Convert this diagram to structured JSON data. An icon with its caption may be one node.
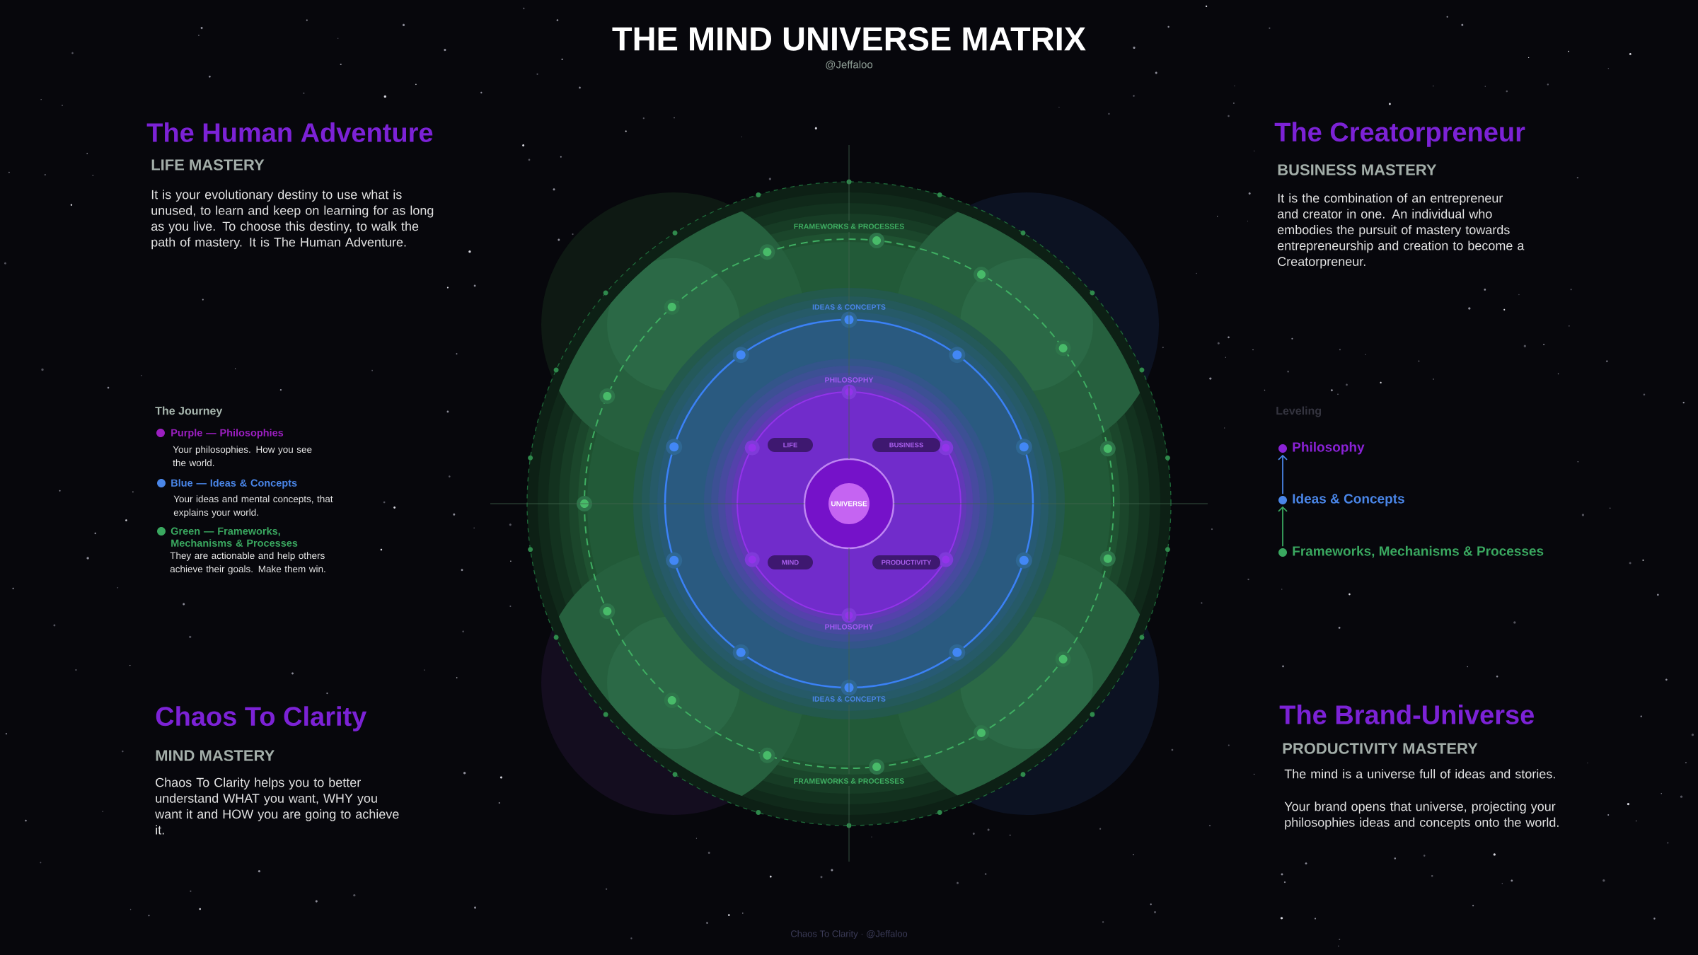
{
  "diagram": {
    "title": "THE MIND UNIVERSE MATRIX",
    "nodes": [
      {
        "text": [
          "FRAMEWORKS & PROCESSES",
          "FRAMEWORKS & PROCESSES"
        ]
      },
      {
        "text": [
          "IDEAS & CONCEPTS",
          "IDEAS & CONCEPTS"
        ],
        "in": 0
      },
      {
        "text": [
          "PHILOSOPHY",
          "PHILOSOPHY"
        ],
        "in": 1
      },
      {
        "text": [
          "LIFE"
        ],
        "in": 2
      },
      {
        "text": [
          "BUSINESS"
        ],
        "in": 2
      },
      {
        "text": [
          "UNIVERSE"
        ],
        "in": 2
      },
      {
        "text": [
          "MIND"
        ],
        "in": 2
      },
      {
        "text": [
          "PRODUCTIVITY"
        ],
        "in": 2
      },
      {
        "text": [
          "Philosophy"
        ]
      },
      {
        "text": [
          "Ideas & Concepts"
        ]
      },
      {
        "text": [
          "Frameworks, Mechanisms & Processes"
        ]
      }
    ],
    "edges": [
      {
        "from": 10,
        "to": 9,
        "arrow": "to",
        "color": "#3aa860"
      },
      {
        "from": 9,
        "to": 8,
        "arrow": "to",
        "color": "#4a86e8"
      }
    ],
    "labels": [
      "@Jeffaloo",
      "The Human Adventure",
      "LIFE MASTERY",
      "It is your evolutionary destiny to use what is unused, to learn and keep on learning for as long as you live. To choose this destiny, to walk the path of mastery. It is The Human Adventure.",
      "The Creatorpreneur",
      "BUSINESS MASTERY",
      "It is the combination of an entrepreneur and creator in one. An individual who embodies the pursuit of mastery towards entrepreneurship and creation to become a Creatorpreneur.",
      "The Journey",
      "Your philosophies. How you see the world.",
      "Your ideas and mental concepts, that explains your world.",
      "They are actionable and help others achieve their goals. Make them win.",
      "Leveling",
      "Chaos To Clarity",
      "MIND MASTERY",
      "Chaos To Clarity helps you to better understand WHAT you want, WHY you want it and HOW you are going to achieve it.",
      "The Brand-Universe",
      "PRODUCTIVITY MASTERY",
      "The mind is a universe full of ideas and stories.",
      "Your brand opens that universe, projecting your philosophies ideas and concepts onto the world.",
      "Chaos To Clarity · @Jeffaloo"
    ],
    "legend": [
      {
        "text": "Purple — Philosophies",
        "color": "#9b1fc0"
      },
      {
        "text": "Blue — Ideas & Concepts",
        "color": "#4a86e8"
      },
      {
        "text": "Green — Frameworks, Mechanisms & Processes",
        "color": "#3aa860"
      }
    ]
  }
}
